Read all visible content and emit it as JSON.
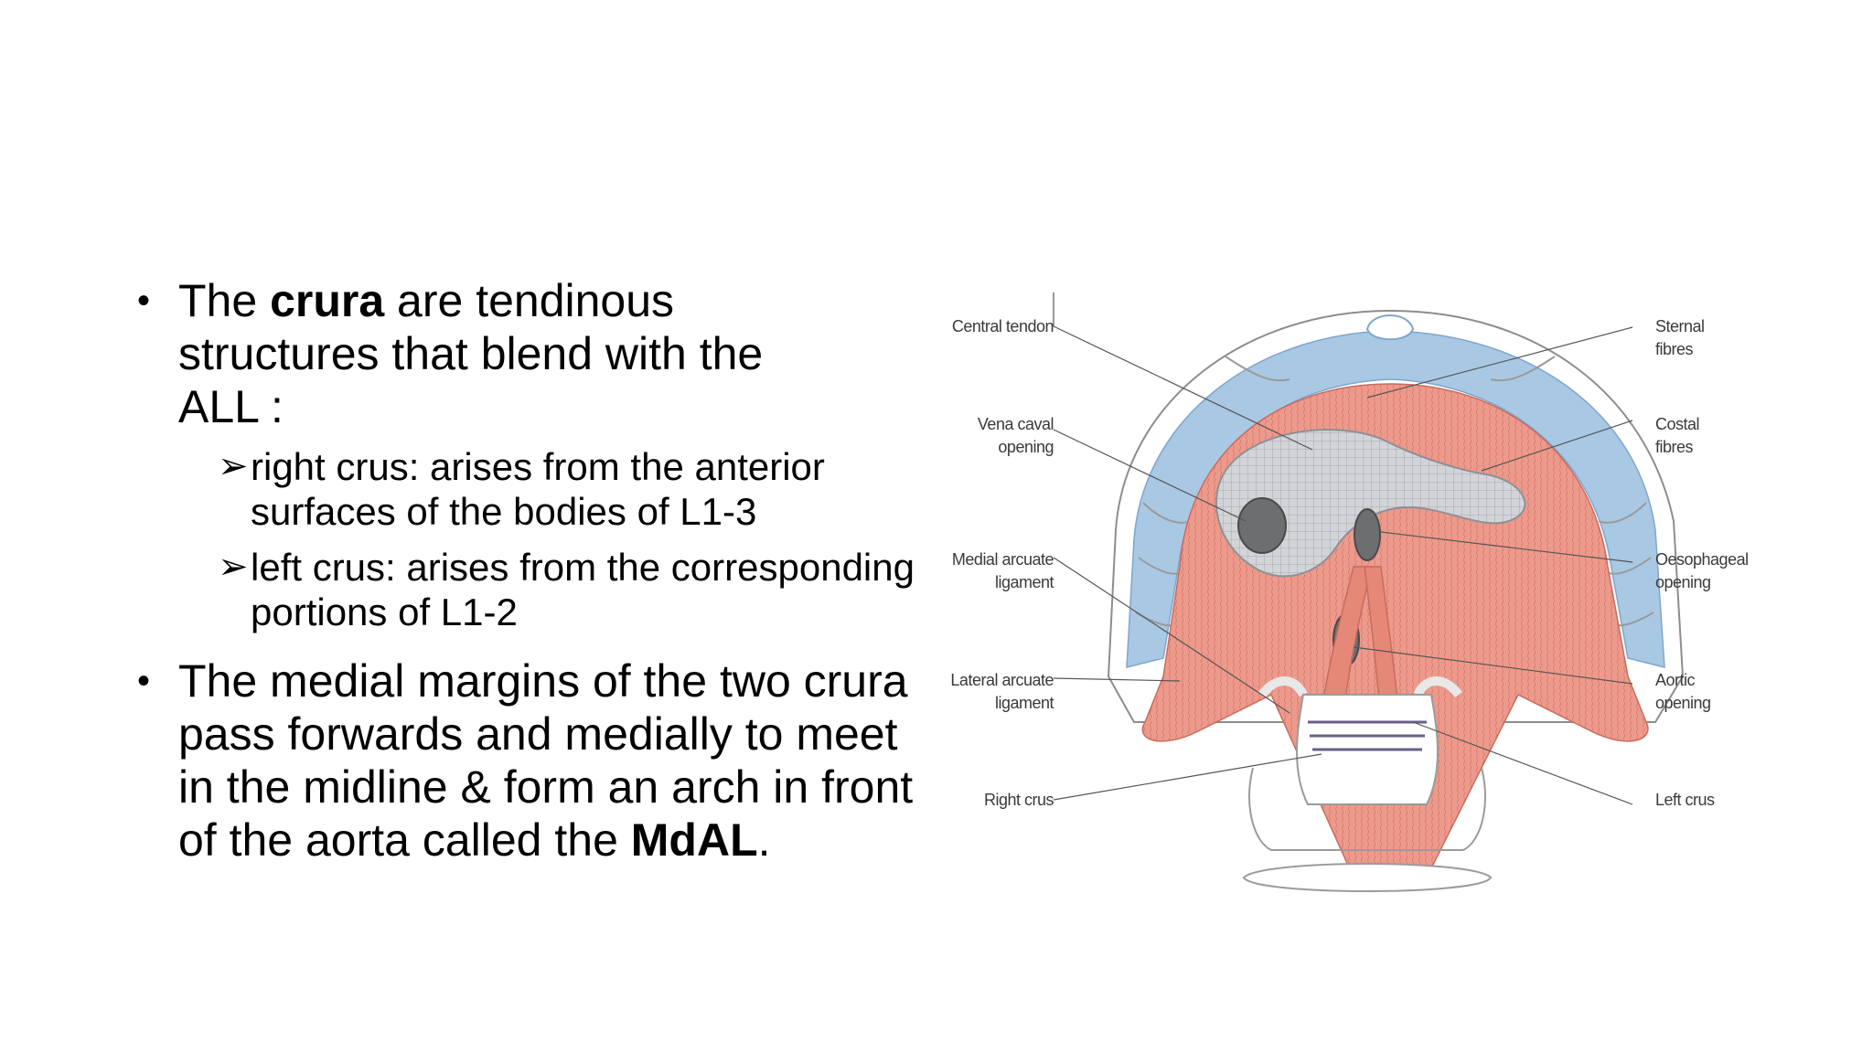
{
  "bullets": [
    {
      "parts": {
        "before": "The ",
        "bold": "crura",
        "after": " are tendinous structures that blend with the ALL :"
      },
      "subitems": [
        "right crus: arises from the anterior surfaces of the bodies of L1-3",
        "left crus: arises from the corresponding portions of L1-2"
      ]
    },
    {
      "parts": {
        "before": "The medial margins of the two crura pass forwards and medially to meet in the midline & form an arch in front of the aorta called the ",
        "bold": "MdAL",
        "after": "."
      }
    }
  ],
  "figure": {
    "labels_left": {
      "central_tendon": "Central tendon",
      "vena_caval_1": "Vena caval",
      "vena_caval_2": "opening",
      "medial_arcuate_1": "Medial arcuate",
      "medial_arcuate_2": "ligament",
      "lateral_arcuate_1": "Lateral arcuate",
      "lateral_arcuate_2": "ligament",
      "right_crus": "Right crus"
    },
    "labels_right": {
      "sternal_1": "Sternal",
      "sternal_2": "fibres",
      "costal_1": "Costal",
      "costal_2": "fibres",
      "oesophageal_1": "Oesophageal",
      "oesophageal_2": "opening",
      "aortic_1": "Aortic",
      "aortic_2": "opening",
      "left_crus": "Left crus"
    },
    "colors": {
      "muscle": "#ec9a8c",
      "muscle_lines": "#d46e60",
      "tendon": "#cfd0d4",
      "pleura": "#a9c8e4",
      "bone": "#ffffff",
      "opening": "#6d6e70"
    }
  }
}
